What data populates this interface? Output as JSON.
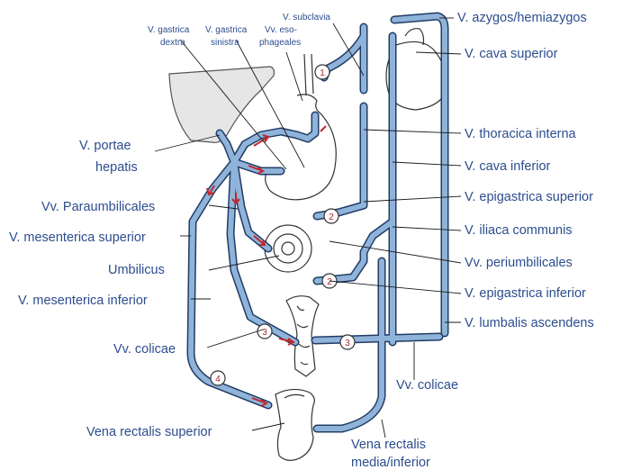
{
  "labels": {
    "v_gastrica_dextra": [
      "V. gastrica",
      "dextra"
    ],
    "v_gastrica_sinistra": [
      "V. gastrica",
      "sinistra"
    ],
    "vv_esophageales": [
      "Vv. eso-",
      "phageales"
    ],
    "v_subclavia": "V. subclavia",
    "v_azygos": "V. azygos/hemiazygos",
    "v_cava_superior": "V. cava superior",
    "v_portae": [
      "V. portae",
      "hepatis"
    ],
    "v_thoracica_interna": "V. thoracica interna",
    "v_cava_inferior": "V. cava inferior",
    "vv_paraumbilicales": "Vv. Paraumbilicales",
    "v_epigastrica_superior": "V. epigastrica superior",
    "v_mesenterica_superior": "V. mesenterica superior",
    "v_iliaca_communis": "V. iliaca communis",
    "umbilicus": "Umbilicus",
    "vv_periumbilicales": "Vv. periumbilicales",
    "v_mesenterica_inferior": "V. mesenterica inferior",
    "v_epigastrica_inferior": "V. epigastrica inferior",
    "v_lumbalis_ascendens": "V. lumbalis ascendens",
    "vv_colicae_left": "Vv. colicae",
    "vv_colicae_right": "Vv. colicae",
    "vena_rectalis_superior": "Vena  rectalis superior",
    "vena_rectalis_media": [
      "Vena  rectalis",
      "media/inferior"
    ]
  },
  "badges": [
    "1",
    "2",
    "2",
    "3",
    "3",
    "4"
  ],
  "colors": {
    "label": "#2c4d8e",
    "vessel": "#8fb3d9",
    "vessel_outline": "#213c66",
    "flow_arrow": "#c0282d"
  }
}
